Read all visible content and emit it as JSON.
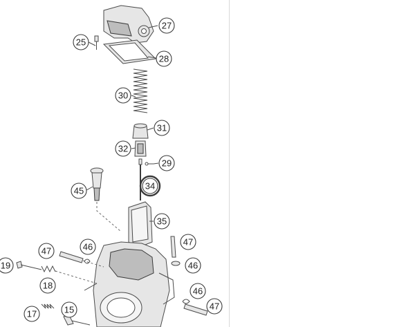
{
  "diagram": {
    "highlight_color": "#e06a1a",
    "selected_callout": "34",
    "callouts": [
      {
        "id": "c25",
        "label": "25"
      },
      {
        "id": "c27",
        "label": "27"
      },
      {
        "id": "c28",
        "label": "28"
      },
      {
        "id": "c30",
        "label": "30"
      },
      {
        "id": "c31",
        "label": "31"
      },
      {
        "id": "c32",
        "label": "32"
      },
      {
        "id": "c29",
        "label": "29"
      },
      {
        "id": "c34",
        "label": "34"
      },
      {
        "id": "c45",
        "label": "45"
      },
      {
        "id": "c35",
        "label": "35"
      },
      {
        "id": "c47a",
        "label": "47"
      },
      {
        "id": "c46a",
        "label": "46"
      },
      {
        "id": "c47b",
        "label": "47"
      },
      {
        "id": "c46b",
        "label": "46"
      },
      {
        "id": "c19",
        "label": "19"
      },
      {
        "id": "c18",
        "label": "18"
      },
      {
        "id": "c46c",
        "label": "46"
      },
      {
        "id": "c47c",
        "label": "47"
      },
      {
        "id": "c17",
        "label": "17"
      },
      {
        "id": "c15",
        "label": "15"
      }
    ]
  }
}
